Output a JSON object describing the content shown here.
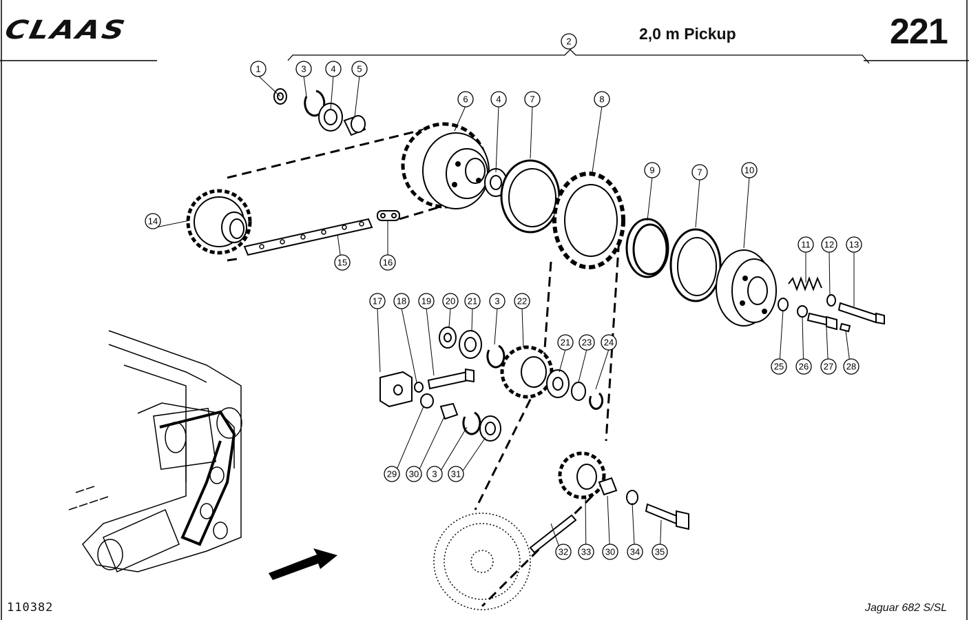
{
  "header": {
    "brand": "CLAAS",
    "title": "2,0 m Pickup",
    "page_number": "221"
  },
  "footer": {
    "document_number": "110382",
    "model": "Jaguar 682 S/SL"
  },
  "callouts": [
    "1",
    "2",
    "3",
    "4",
    "5",
    "6",
    "4",
    "7",
    "8",
    "9",
    "7",
    "10",
    "11",
    "12",
    "13",
    "14",
    "15",
    "16",
    "17",
    "18",
    "19",
    "20",
    "21",
    "3",
    "22",
    "21",
    "23",
    "24",
    "25",
    "26",
    "27",
    "28",
    "29",
    "30",
    "3",
    "31",
    "32",
    "33",
    "30",
    "34",
    "35"
  ]
}
